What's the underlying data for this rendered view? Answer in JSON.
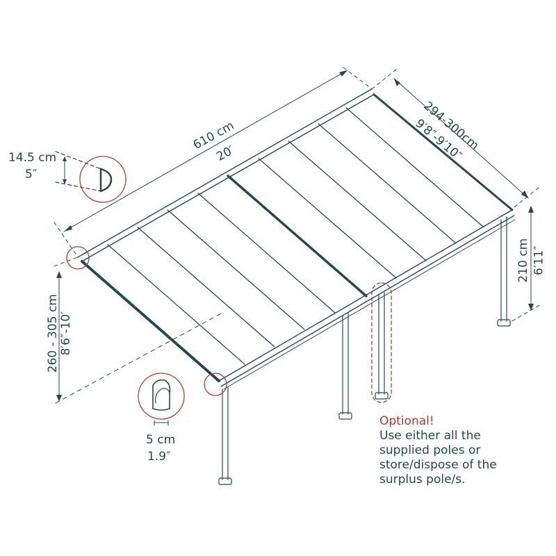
{
  "diagram": {
    "subject": "patio cover / pergola with polycarbonate roof panels",
    "colors": {
      "line": "#1f4a50",
      "highlight": "#b23b2f",
      "background": "#ffffff"
    },
    "dimensions": {
      "length": {
        "metric": "610 cm",
        "imperial": "20′"
      },
      "depth": {
        "metric": "294-300cm",
        "imperial": "9′8″-9′10″"
      },
      "wall_height": {
        "metric": "260 - 305 cm",
        "imperial": "8′6″-10′"
      },
      "post_height": {
        "metric": "210 cm",
        "imperial": "6′11″"
      },
      "gutter_profile": {
        "metric": "14.5 cm",
        "imperial": "5″"
      },
      "post_width": {
        "metric": "5 cm",
        "imperial": "1.9″"
      }
    },
    "note": {
      "title": "Optional!",
      "lines": [
        "Use either all the",
        "supplied poles or",
        "store/dispose of the",
        "surplus pole/s."
      ]
    }
  }
}
